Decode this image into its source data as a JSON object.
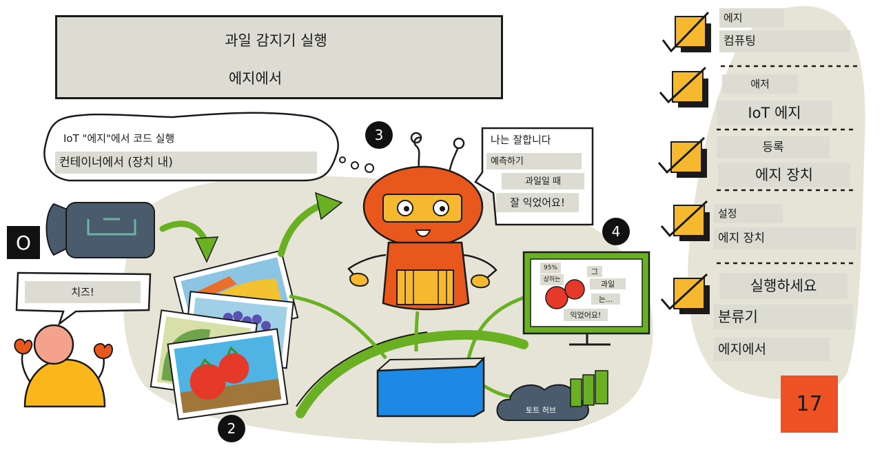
{
  "title": {
    "line1": "과일 감지기 실행",
    "line2": "에지에서"
  },
  "thought_bubble": {
    "line1": "IoT \"에지\"에서 코드 실행",
    "line2": "컨테이너에서 (장치 내)"
  },
  "camera_letter": "O",
  "person_speech": "치즈!",
  "robot_speech": {
    "line1": "나는 잘합니다",
    "line2": "예측하기",
    "line3": "과일일 때",
    "line4": "잘 익었어요!"
  },
  "monitor": {
    "percent": "95%",
    "certain": "상하는",
    "word1": "그",
    "word2": "과일",
    "word3": "는...",
    "ripe": "익었어요!"
  },
  "cloud_label": "토트 허브",
  "badges": {
    "two": "2",
    "three": "3",
    "four": "4"
  },
  "checklist": [
    {
      "line1": "에지",
      "line2": "컴퓨팅"
    },
    {
      "line1": "애저",
      "line2": "IoT 에지"
    },
    {
      "line1": "등록",
      "line2": "에지 장치"
    },
    {
      "line1": "설정",
      "line2": "에지 장치"
    },
    {
      "line1": "실행하세요",
      "line2": "분류기",
      "line3": "에지에서"
    }
  ],
  "sticker": "17",
  "colors": {
    "accent_orange": "#ee5124",
    "robot_orange": "#e8581c",
    "check_yellow": "#f5b82e",
    "arrow_green": "#6ab023",
    "box_blue": "#1e88e5",
    "label_gray": "#dcdcd2",
    "blob_beige": "#e6e4d6"
  }
}
